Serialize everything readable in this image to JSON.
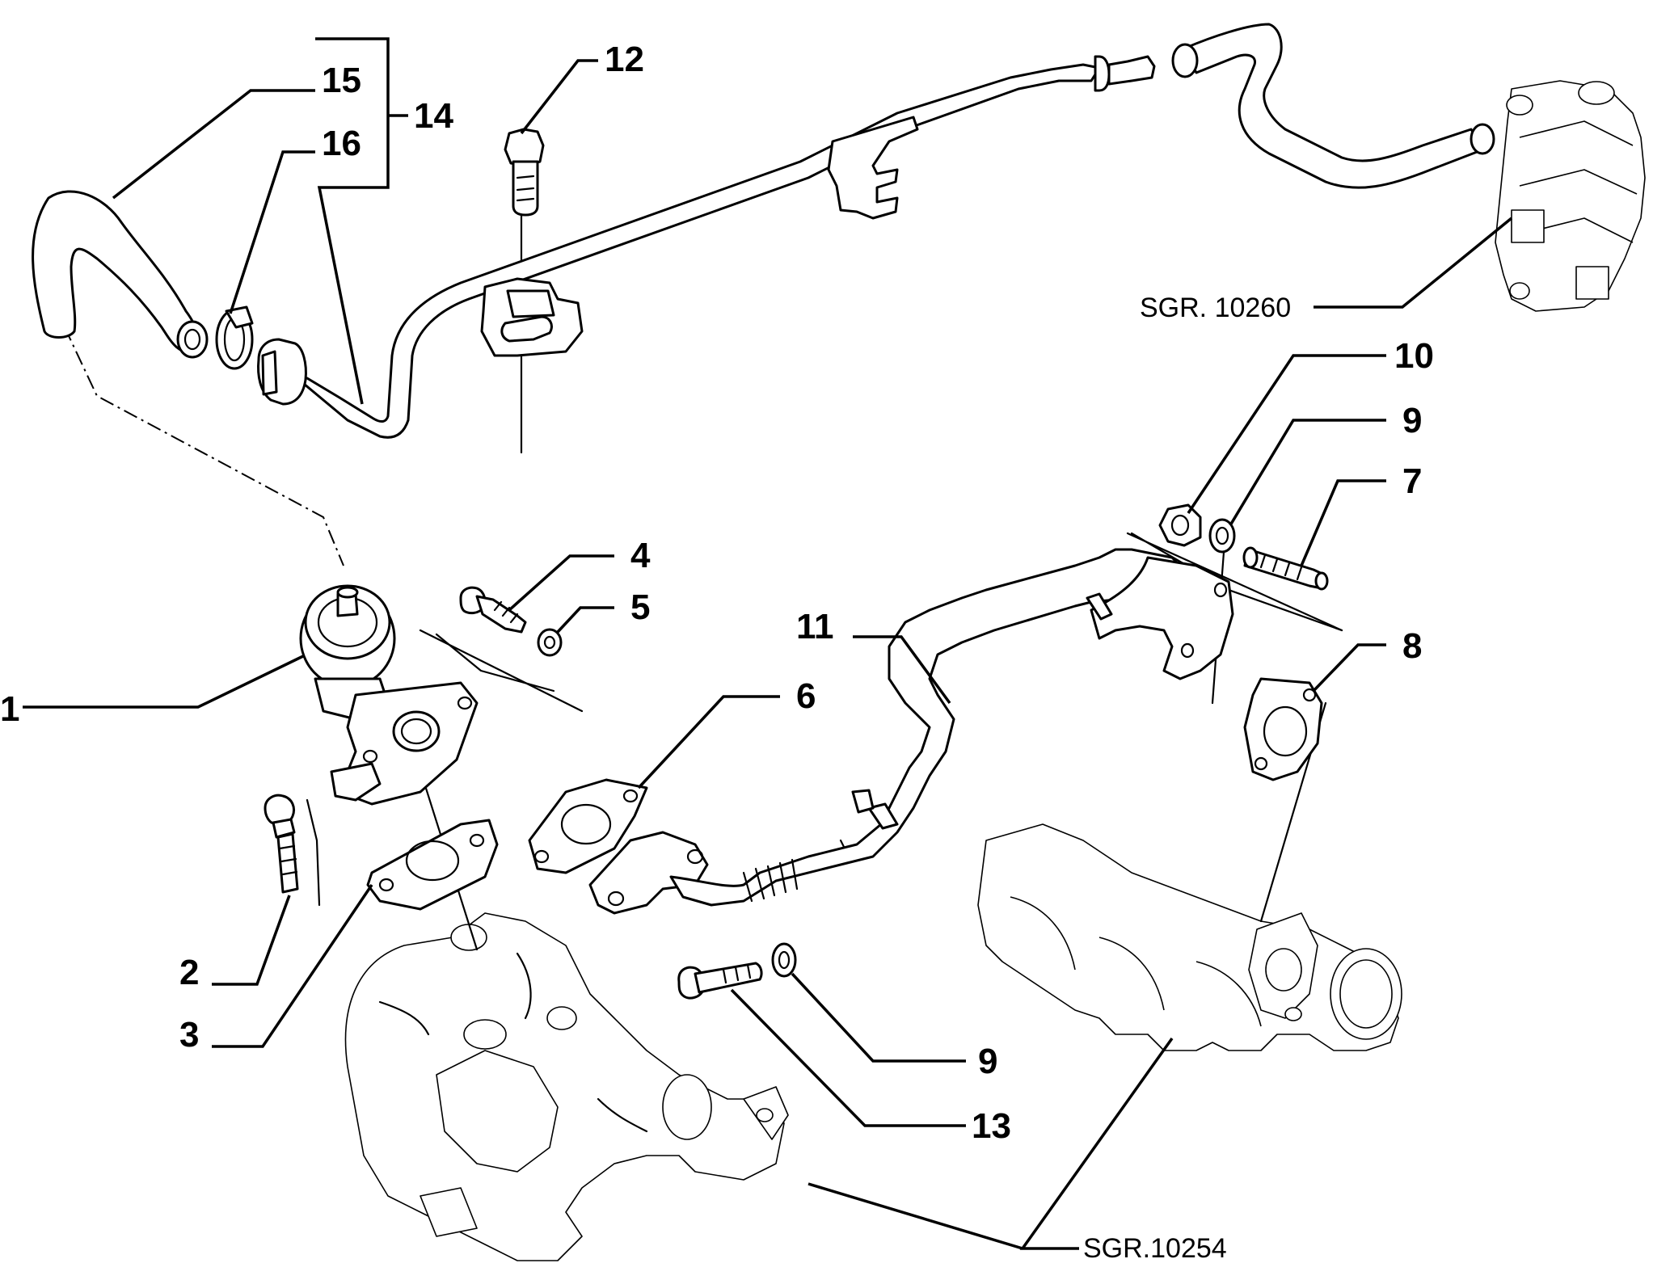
{
  "callouts": {
    "c1": "1",
    "c2": "2",
    "c3": "3",
    "c4": "4",
    "c5": "5",
    "c6": "6",
    "c7": "7",
    "c8": "8",
    "c9a": "9",
    "c9b": "9",
    "c10": "10",
    "c11": "11",
    "c12": "12",
    "c13": "13",
    "c14": "14",
    "c15": "15",
    "c16": "16"
  },
  "references": {
    "vacuum_valve": "SGR. 10260",
    "manifold": "SGR.10254"
  }
}
